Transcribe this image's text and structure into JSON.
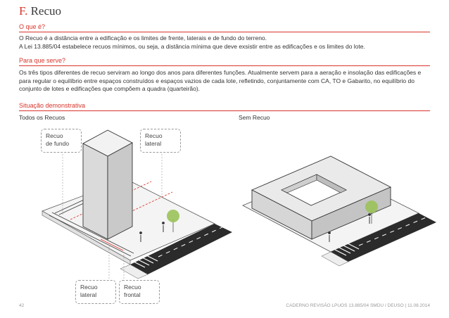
{
  "header": {
    "letter": "F.",
    "title": "Recuo"
  },
  "sections": [
    {
      "label": "O que é?",
      "paragraphs": [
        "O Recuo é a distância entre a edificação e os limites de frente, laterais e de fundo do terreno.",
        "A Lei 13.885/04 estabelece recuos mínimos, ou seja, a distância mínima que deve exsistir entre as edificações e os limites do lote."
      ]
    },
    {
      "label": "Para que serve?",
      "paragraphs": [
        "Os três tipos diferentes de recuo serviram ao longo dos anos para diferentes funções. Atualmente servem para a aeração e insolação das edificações e para regular o equilíbrio entre espaços construídos e espaços vazios de cada lote, refletindo, conjuntamente com CA, TO e Gabarito, no equilíbrio do conjunto de lotes e edificações que compõem a quadra (quarteirão)."
      ]
    },
    {
      "label": "Situação demonstrativa"
    }
  ],
  "illustrations": {
    "left_title": "Todos os Recuos",
    "right_title": "Sem Recuo",
    "callouts": {
      "fundo": [
        "Recuo",
        "de fundo"
      ],
      "lateral_top": [
        "Recuo",
        "lateral"
      ],
      "lateral_bottom": [
        "Recuo",
        "lateral"
      ],
      "frontal": [
        "Recuo",
        "frontal"
      ]
    }
  },
  "footer": {
    "page": "42",
    "doc": "CADERNO REVISÃO LPUOS 13.885/04 SMDU / DEUSO | 11.08.2014"
  },
  "colors": {
    "accent": "#d9342b",
    "tree": "#9bc35a",
    "building_side": "#d6d6d6",
    "building_top": "#e9e9e9"
  }
}
